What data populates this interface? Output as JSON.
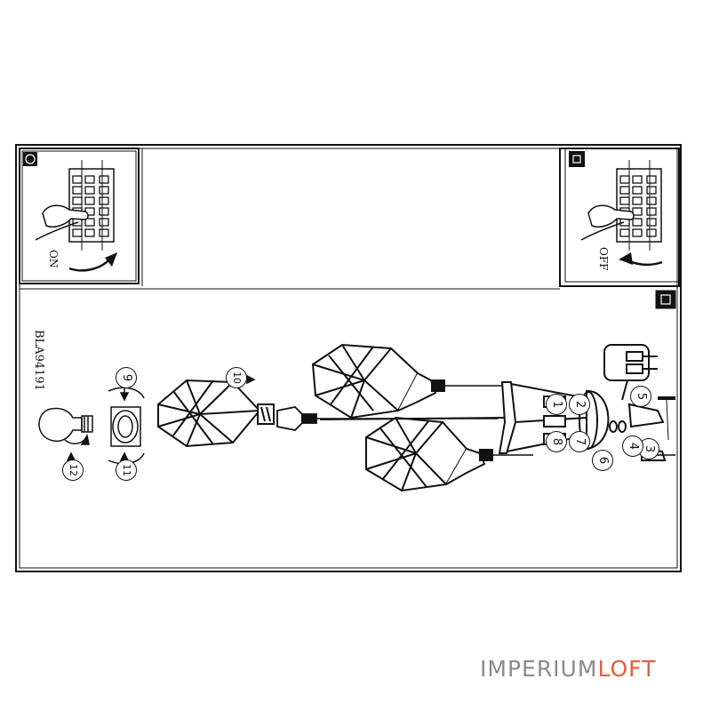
{
  "document": {
    "model_code": "BLA94191",
    "switch_on_label": "ON",
    "switch_off_label": "OFF",
    "step_numbers": [
      "1",
      "2",
      "3",
      "4",
      "5",
      "6",
      "7",
      "8",
      "9",
      "10",
      "11",
      "12"
    ],
    "box_mark_icons": [
      "circle-mark-icon",
      "square-mark-icon",
      "square-mark-icon"
    ]
  },
  "watermark": {
    "brand_main": "IMPERIUM",
    "brand_accent": "LOFT",
    "main_color": "#8a8a8a",
    "accent_color": "#e3603a"
  },
  "colors": {
    "line": "#111111",
    "background": "#ffffff"
  }
}
